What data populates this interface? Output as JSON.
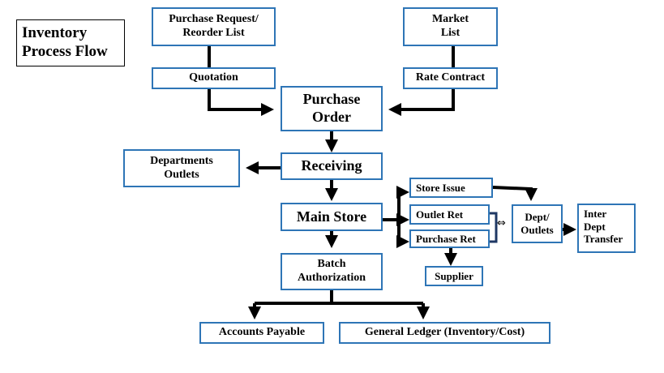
{
  "title": "Inventory\nProcess Flow",
  "nodes": {
    "purchase_request": "Purchase Request/\nReorder List",
    "market_list": "Market\nList",
    "quotation": "Quotation",
    "rate_contract": "Rate Contract",
    "purchase_order": "Purchase\nOrder",
    "departments_outlets": "Departments\nOutlets",
    "receiving": "Receiving",
    "main_store": "Main Store",
    "store_issue": "Store Issue",
    "outlet_ret": "Outlet Ret",
    "purchase_ret": "Purchase Ret",
    "dept_outlets": "Dept/\nOutlets",
    "inter_dept_transfer": "Inter\nDept\nTransfer",
    "supplier": "Supplier",
    "batch_authorization": "Batch\nAuthorization",
    "accounts_payable": "Accounts Payable",
    "general_ledger": "General Ledger  (Inventory/Cost)"
  },
  "colors": {
    "box_border": "#2e75b6",
    "connector": "#000000",
    "outlet_link": "#1f3864"
  },
  "swap_glyph": "⇔"
}
